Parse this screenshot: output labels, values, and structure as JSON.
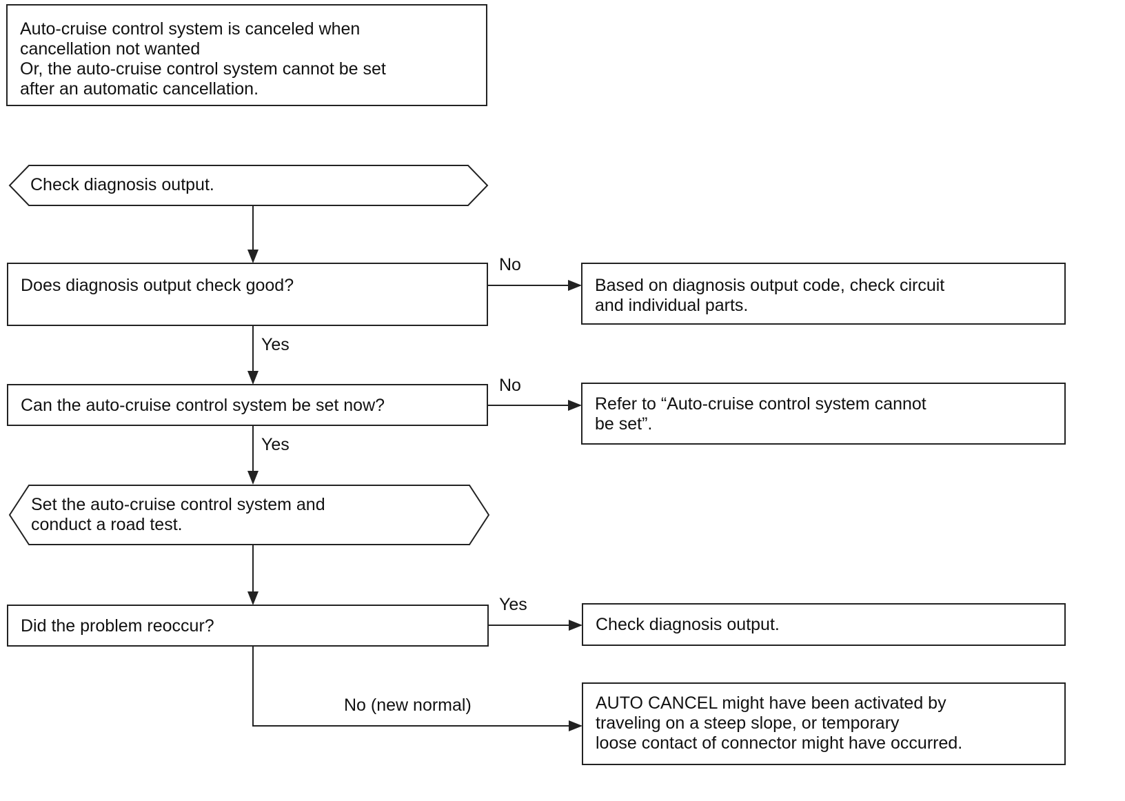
{
  "diagram": {
    "header_box": "Auto-cruise control system is canceled when\ncancellation not wanted\nOr, the auto-cruise control system cannot be set\nafter an automatic cancellation.",
    "steps": {
      "check_output": "Check diagnosis output.",
      "output_good": "Does diagnosis output check good?",
      "can_set": "Can the auto-cruise control system be set now?",
      "road_test": "Set the auto-cruise control system and\nconduct a road test.",
      "reoccur": "Did the problem reoccur?"
    },
    "results": {
      "check_circuit": "Based on diagnosis output code, check circuit\nand individual parts.",
      "refer_cannot_set": "Refer to “Auto-cruise control system cannot\nbe set”.",
      "check_output_again": "Check diagnosis output.",
      "auto_cancel": "AUTO CANCEL might have been activated by\ntraveling on a steep slope, or temporary\nloose contact of connector might have occurred."
    },
    "labels": {
      "no_1": "No",
      "yes_1": "Yes",
      "no_2": "No",
      "yes_2": "Yes",
      "yes_3": "Yes",
      "no_new_normal": "No (new normal)"
    }
  }
}
